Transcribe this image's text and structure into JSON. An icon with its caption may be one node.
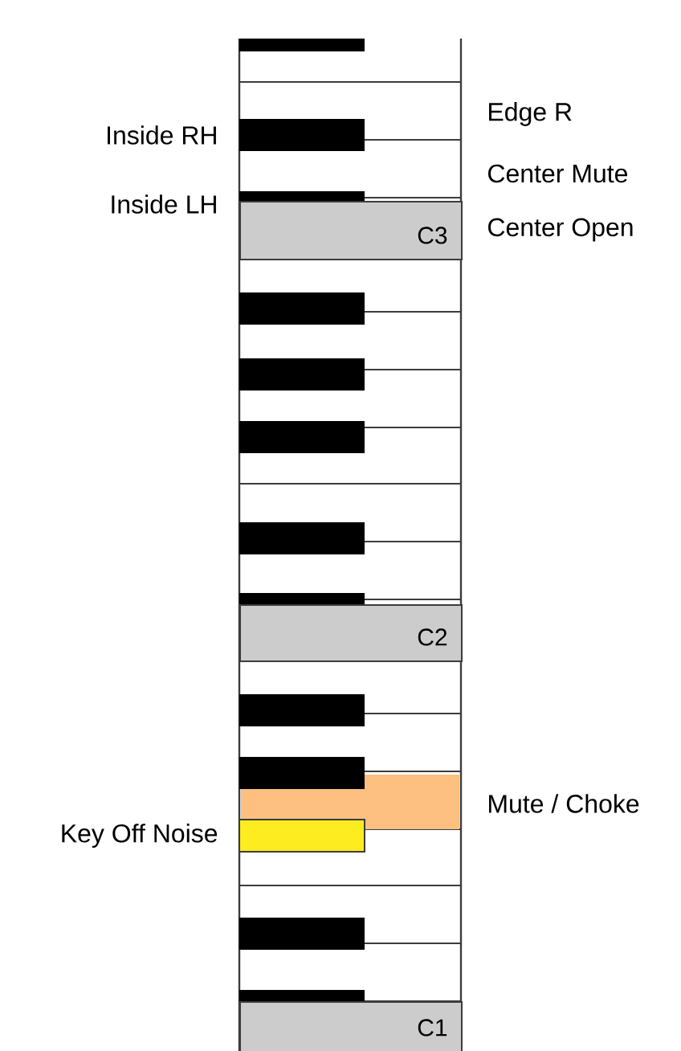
{
  "diagram": {
    "nodes": [
      {
        "text": [
          "C3"
        ]
      },
      {
        "text": [
          "C2"
        ]
      },
      {
        "text": [
          "C1"
        ]
      }
    ],
    "labels": [
      "Edge R",
      "Inside RH",
      "Center Mute",
      "Inside LH",
      "Center Open",
      "Mute / Choke",
      "Key Off Noise"
    ]
  }
}
